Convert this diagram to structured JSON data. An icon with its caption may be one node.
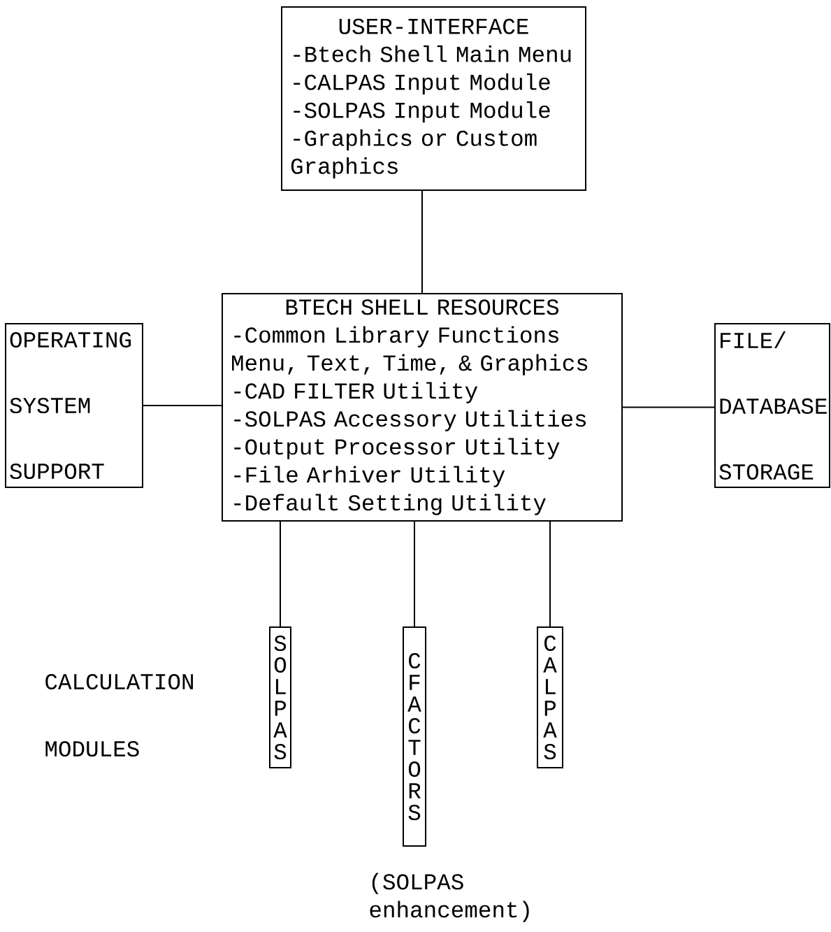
{
  "diagram": {
    "nodes": [
      {
        "text": [
          "USER-INTERFACE",
          "-Btech Shell Main Menu",
          "-CALPAS Input Module",
          "-SOLPAS Input Module",
          "-Graphics or Custom Graphics"
        ]
      },
      {
        "text": [
          "BTECH SHELL RESOURCES",
          "-Common Library Functions Menu, Text, Time, & Graphics",
          "-CAD FILTER Utility",
          "-SOLPAS Accessory Utilities",
          "-Output Processor Utility",
          "-File Arhiver Utility",
          "-Default Setting Utility"
        ]
      },
      {
        "text": [
          "OPERATING",
          "SYSTEM",
          "SUPPORT"
        ]
      },
      {
        "text": [
          "FILE/",
          "DATABASE",
          "STORAGE"
        ]
      },
      {
        "text": [
          "SOLPAS"
        ]
      },
      {
        "text": [
          "C FACTORS"
        ],
        "beside": [
          "(SOLPAS enhancement)"
        ]
      },
      {
        "text": [
          "CALPAS"
        ]
      }
    ],
    "edges": [
      {
        "from": 0,
        "to": 1,
        "arrow": "none"
      },
      {
        "from": 2,
        "to": 1,
        "arrow": "none"
      },
      {
        "from": 1,
        "to": 3,
        "arrow": "none"
      },
      {
        "from": 1,
        "to": 4,
        "arrow": "none"
      },
      {
        "from": 1,
        "to": 5,
        "arrow": "none"
      },
      {
        "from": 1,
        "to": 6,
        "arrow": "none"
      }
    ],
    "labels": [
      "CALCULATION",
      "MODULES"
    ]
  }
}
